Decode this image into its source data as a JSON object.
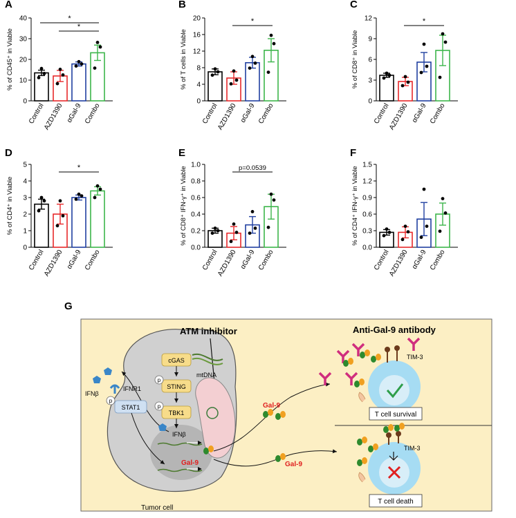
{
  "chart_data": [
    {
      "type": "bar",
      "panel_label": "A",
      "categories": [
        "Control",
        "AZD1390",
        "αGal-9",
        "Combo"
      ],
      "values": [
        13.5,
        12.0,
        17.8,
        23.2
      ],
      "errors": [
        1.3,
        2.7,
        1.0,
        3.7
      ],
      "points": [
        [
          11.2,
          13.2,
          15.6
        ],
        [
          8.3,
          12.5,
          15.2
        ],
        [
          16.8,
          17.8,
          18.9
        ],
        [
          15.8,
          26.0,
          28.2
        ]
      ],
      "ylabel": "% of CD45⁺ in Viable",
      "ylim": [
        0,
        40
      ],
      "yticks": [
        0,
        10,
        20,
        30,
        40
      ],
      "significance": [
        {
          "from": 0,
          "to": 3,
          "label": "*"
        },
        {
          "from": 1,
          "to": 3,
          "label": "*"
        }
      ]
    },
    {
      "type": "bar",
      "panel_label": "B",
      "categories": [
        "Control",
        "AZD1390",
        "αGal-9",
        "Combo"
      ],
      "values": [
        7.0,
        5.5,
        9.2,
        12.2
      ],
      "errors": [
        0.7,
        1.5,
        1.3,
        2.8
      ],
      "points": [
        [
          6.2,
          7.0,
          7.7
        ],
        [
          4.1,
          5.0,
          7.2
        ],
        [
          7.9,
          9.1,
          10.7
        ],
        [
          6.9,
          13.8,
          15.8
        ]
      ],
      "ylabel": "% of T cells in Viable",
      "ylim": [
        0,
        20
      ],
      "yticks": [
        0,
        4,
        8,
        12,
        16,
        20
      ],
      "significance": [
        {
          "from": 1,
          "to": 3,
          "label": "*"
        }
      ]
    },
    {
      "type": "bar",
      "panel_label": "C",
      "categories": [
        "Control",
        "AZD1390",
        "αGal-9",
        "Combo"
      ],
      "values": [
        3.7,
        2.8,
        5.6,
        7.3
      ],
      "errors": [
        0.3,
        0.6,
        1.4,
        2.2
      ],
      "points": [
        [
          3.3,
          3.7,
          4.0
        ],
        [
          2.2,
          2.7,
          3.5
        ],
        [
          4.1,
          5.0,
          8.2
        ],
        [
          3.4,
          8.5,
          9.7
        ]
      ],
      "ylabel": "% of CD8⁺ in Viable",
      "ylim": [
        0,
        12
      ],
      "yticks": [
        0,
        3,
        6,
        9,
        12
      ],
      "significance": [
        {
          "from": 1,
          "to": 3,
          "label": "*"
        }
      ]
    },
    {
      "type": "bar",
      "panel_label": "D",
      "categories": [
        "Control",
        "AZD1390",
        "αGal-9",
        "Combo"
      ],
      "values": [
        2.6,
        2.0,
        3.0,
        3.4
      ],
      "errors": [
        0.3,
        0.6,
        0.15,
        0.25
      ],
      "points": [
        [
          2.2,
          2.8,
          3.0
        ],
        [
          1.3,
          1.9,
          2.8
        ],
        [
          2.9,
          3.1,
          3.2
        ],
        [
          3.0,
          3.5,
          3.7
        ]
      ],
      "ylabel": "% of CD4⁺ in Viable",
      "ylim": [
        0,
        5
      ],
      "yticks": [
        0,
        1,
        2,
        3,
        4,
        5
      ],
      "significance": [
        {
          "from": 1,
          "to": 3,
          "label": "*"
        }
      ]
    },
    {
      "type": "bar",
      "panel_label": "E",
      "categories": [
        "Control",
        "AZD1390",
        "αGal-9",
        "Combo"
      ],
      "values": [
        0.2,
        0.17,
        0.27,
        0.49
      ],
      "errors": [
        0.03,
        0.08,
        0.1,
        0.15
      ],
      "points": [
        [
          0.17,
          0.2,
          0.23
        ],
        [
          0.07,
          0.18,
          0.28
        ],
        [
          0.17,
          0.23,
          0.43
        ],
        [
          0.24,
          0.57,
          0.64
        ]
      ],
      "ylabel": "% of CD8⁺ IFN-γ⁺ in Viable",
      "ylim": [
        0,
        1.0
      ],
      "yticks": [
        0.0,
        0.2,
        0.4,
        0.6,
        0.8,
        1.0
      ],
      "significance": [
        {
          "from": 1,
          "to": 3,
          "label": "p=0.0539"
        }
      ]
    },
    {
      "type": "bar",
      "panel_label": "F",
      "categories": [
        "Control",
        "AZD1390",
        "αGal-9",
        "Combo"
      ],
      "values": [
        0.27,
        0.27,
        0.51,
        0.6
      ],
      "errors": [
        0.05,
        0.1,
        0.3,
        0.2
      ],
      "points": [
        [
          0.21,
          0.27,
          0.33
        ],
        [
          0.14,
          0.28,
          0.38
        ],
        [
          0.18,
          0.38,
          1.05
        ],
        [
          0.29,
          0.62,
          0.88
        ]
      ],
      "ylabel": "% of CD4⁺ IFN-γ⁺ in Viable",
      "ylim": [
        0,
        1.5
      ],
      "yticks": [
        0.0,
        0.3,
        0.6,
        0.9,
        1.2,
        1.5
      ],
      "significance": []
    }
  ],
  "colors": [
    "#000000",
    "#e8282a",
    "#1f3fa0",
    "#3cb54a"
  ],
  "diagram": {
    "panel_label": "G",
    "atm_inhibitor": "ATM inhibitor",
    "anti_gal9": "Anti-Gal-9 antibody",
    "cgas": "cGAS",
    "mtdna": "mtDNA",
    "sting": "STING",
    "tbk1": "TBK1",
    "p": "p",
    "ifnb_left": "IFNβ",
    "ifnb_nucleus": "IFNβ",
    "ifnr1": "IFNR1",
    "stat1": "STAT1",
    "gal9_nucleus": "Gal-9",
    "gal9_upper": "Gal-9",
    "gal9_lower": "Gal-9",
    "tim3_upper": "TIM-3",
    "tim3_lower": "TIM-3",
    "t_cell_survival": "T cell survival",
    "t_cell_death": "T cell death",
    "tumor_cell": "Tumor cell"
  }
}
